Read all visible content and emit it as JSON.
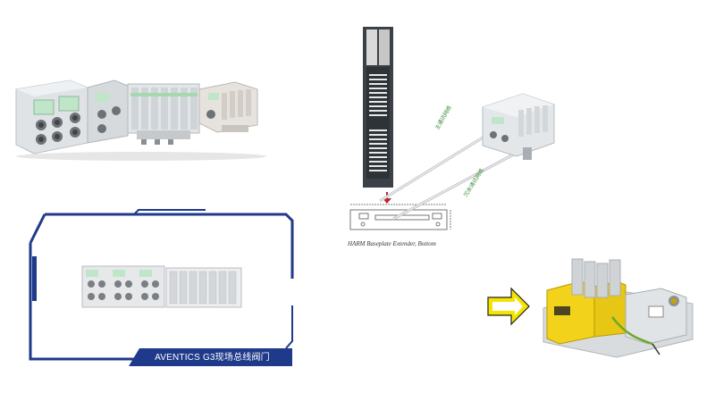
{
  "aventics_panel": {
    "caption": "AVENTICS G3现场总线阀门"
  },
  "diagram": {
    "caption": "HARM Baseplate Extender, Bottom",
    "cable_label_1": "主通讯网络",
    "cable_label_2": "冗余通讯网络"
  },
  "colors": {
    "frame_navy": "#1f3a8a",
    "arrow_yellow": "#f5e400",
    "module_yellow": "#f2d21a",
    "diagram_green": "#3e8e3e"
  }
}
